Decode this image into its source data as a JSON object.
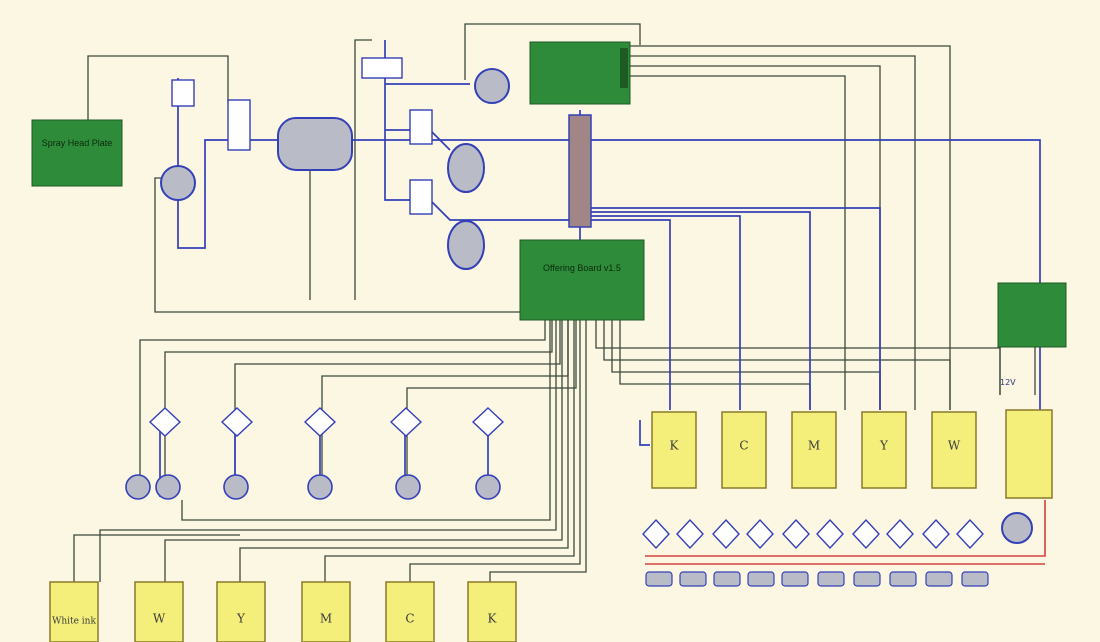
{
  "colors": {
    "background": "#fbf7e3",
    "board_green": "#2e8b3a",
    "tank_yellow": "#f3ef7a",
    "tank_border": "#8a7a2a",
    "ink_line": "#3440b8",
    "signal_line": "#3c4a3c",
    "heater_red": "#d44040",
    "vessel_gray": "#b9bcc6"
  },
  "labels": {
    "spray_head_plate": "Spray Head Plate",
    "offering_board": "Offering Board v1.5",
    "white_ink": "White ink",
    "main_ink_tanks": [
      "W",
      "Y",
      "M",
      "C",
      "K"
    ],
    "secondary_ink_tanks": [
      "K",
      "C",
      "M",
      "Y",
      "W"
    ],
    "label_12v": "12V"
  }
}
